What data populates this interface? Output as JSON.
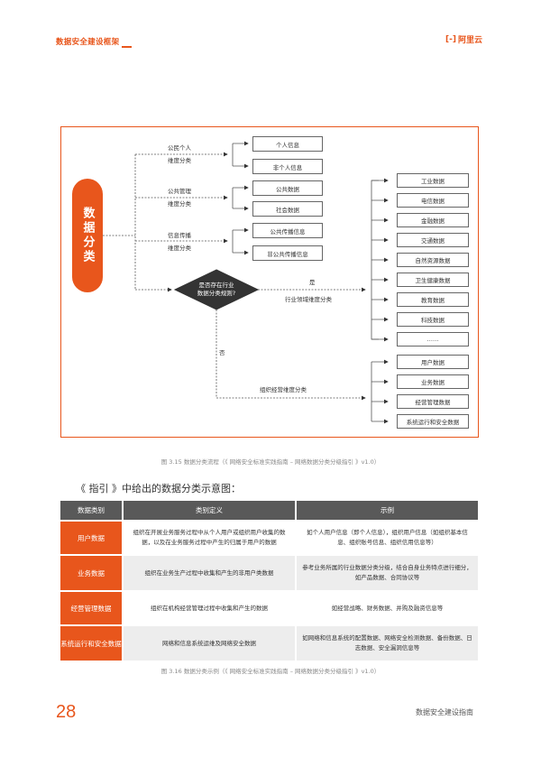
{
  "header": {
    "title": "数据安全建设框架",
    "logo_mark": "[-]",
    "logo_text": "阿里云"
  },
  "figure": {
    "root": "数据分类",
    "branch1": {
      "label_1": "公民个人",
      "label_2": "维度分类",
      "children": [
        "个人信息",
        "非个人信息"
      ]
    },
    "branch2": {
      "label_1": "公共管理",
      "label_2": "维度分类",
      "children": [
        "公共数据",
        "社会数据"
      ]
    },
    "branch3": {
      "label_1": "信息传播",
      "label_2": "维度分类",
      "children": [
        "公共传播信息",
        "非公共传播信息"
      ]
    },
    "decision": {
      "line1": "是否存在行业",
      "line2": "数据分类规则?",
      "yes": "是",
      "no": "否"
    },
    "industry_label": "行业领域维度分类",
    "industry": [
      "工业数据",
      "电信数据",
      "金融数据",
      "交通数据",
      "自然资源数据",
      "卫生健康数据",
      "教育数据",
      "科技数据",
      "……"
    ],
    "org_label": "组织经营维度分类",
    "org": [
      "用户数据",
      "业务数据",
      "经营管理数据",
      "系统运行和安全数据"
    ]
  },
  "caption1": "图 3.15 数据分类流程（《 网络安全标准实践指南 – 网络数据分类分级指引 》v1.0）",
  "intro": "《 指引 》中给出的数据分类示意图：",
  "table": {
    "headers": [
      "数据类别",
      "类别定义",
      "示例"
    ],
    "rows": [
      {
        "cat": "用户数据",
        "def": "组织在开展业务服务过程中从个人用户或组织用户收集的数据，以及在业务服务过程中产生的归属于用户的数据",
        "ex": "如个人用户信息（即个人信息），组织用户信息（如组织基本信息、组织账号信息、组织信用信息等）"
      },
      {
        "cat": "业务数据",
        "def": "组织在业务生产过程中收集和产生的非用户类数据",
        "ex": "参考业务所属的行业数据分类分级，结合自身业务特点进行细分，如产品数据、合同协议等"
      },
      {
        "cat": "经营管理数据",
        "def": "组织在机构经营管理过程中收集和产生的数据",
        "ex": "如经营战略、财务数据、并购及融资信息等"
      },
      {
        "cat": "系统运行和安全数据",
        "def": "网络和信息系统运维及网络安全数据",
        "ex": "如网络和信息系统的配置数据、网络安全检测数据、备份数据、日志数据、安全漏洞信息等"
      }
    ]
  },
  "caption2": "图 3.16 数据分类示例（《 网络安全标准实践指南 – 网络数据分类分级指引 》v1.0）",
  "footer": {
    "page": "28",
    "title": "数据安全建设指南"
  },
  "colors": {
    "accent": "#e8561c",
    "header_gray": "#595959"
  }
}
